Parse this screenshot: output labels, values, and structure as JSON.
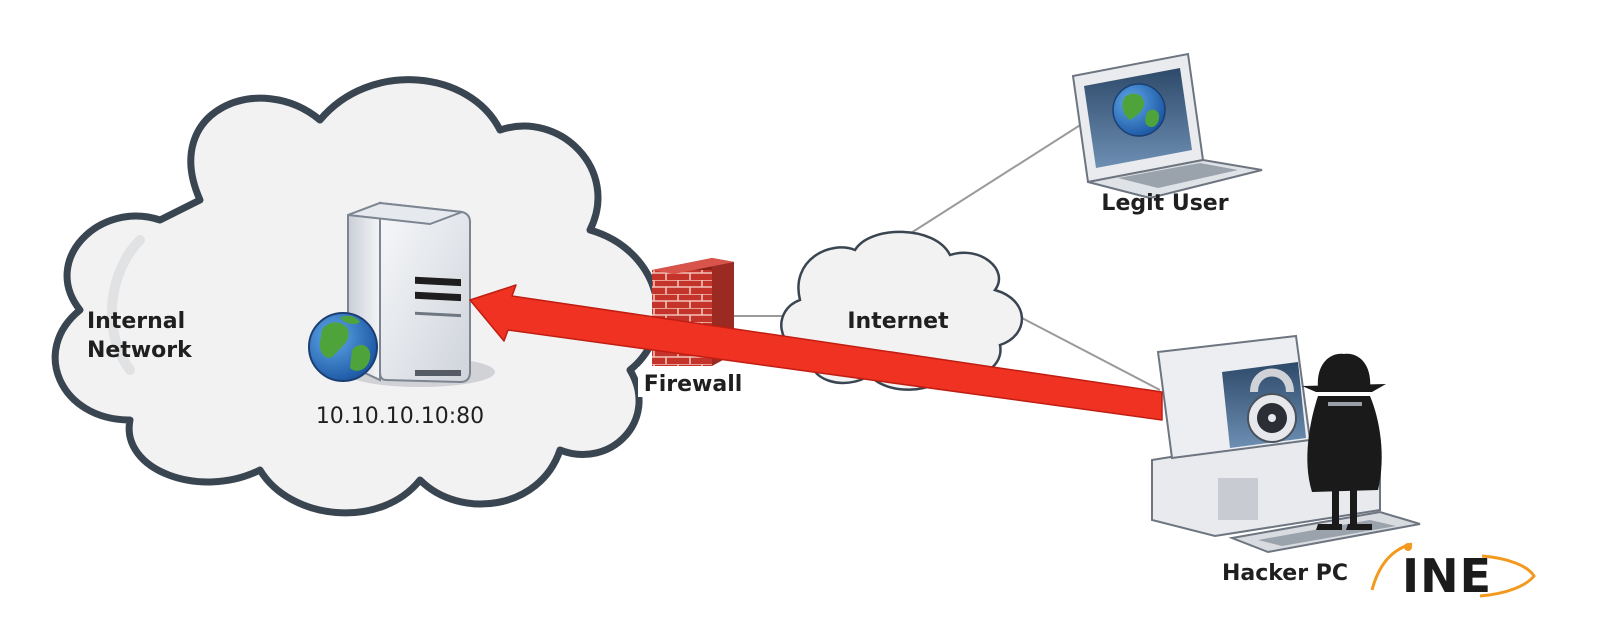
{
  "labels": {
    "internal_network_line1": "Internal",
    "internal_network_line2": "Network",
    "server_address": "10.10.10.10:80",
    "firewall": "Firewall",
    "internet": "Internet",
    "legit_user": "Legit User",
    "hacker_pc": "Hacker PC"
  },
  "logo": {
    "text": "INE",
    "accent_color": "#f39a1e"
  },
  "colors": {
    "attack_arrow": "#ef3222",
    "cloud_fill": "#f2f2f2",
    "cloud_outline": "#3a4552",
    "link_line": "#9a9a9a"
  },
  "icons": [
    "cloud-icon",
    "server-icon",
    "globe-icon",
    "firewall-icon",
    "laptop-icon",
    "desktop-pc-icon",
    "padlock-icon",
    "hacker-figure-icon",
    "attack-arrow"
  ]
}
